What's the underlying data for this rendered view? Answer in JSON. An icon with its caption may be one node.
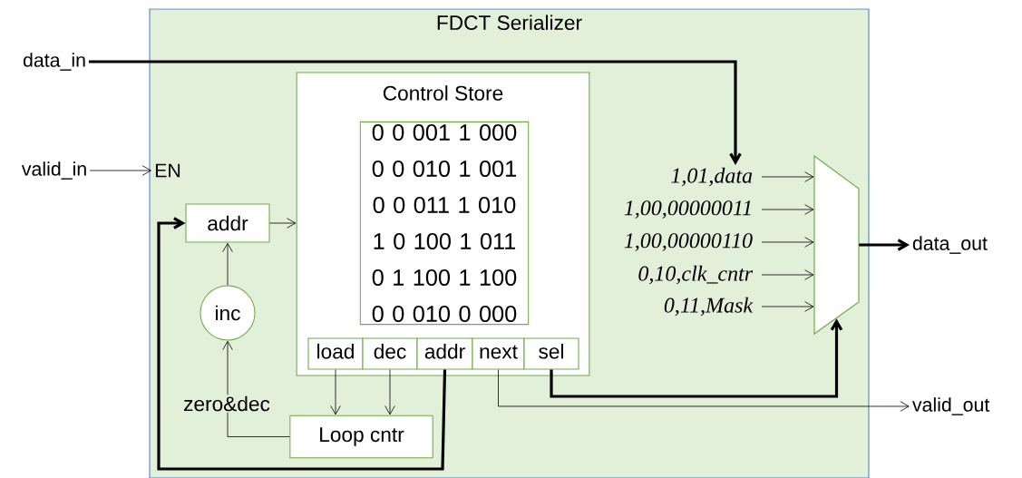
{
  "diagram": {
    "nodes": [
      {
        "text": [
          "FDCT Serializer"
        ]
      },
      {
        "text": [
          "data_in"
        ]
      },
      {
        "text": [
          "valid_in"
        ]
      },
      {
        "text": [
          "EN"
        ],
        "in": 0
      },
      {
        "text": [
          "addr"
        ],
        "in": 0
      },
      {
        "text": [
          "Control Store"
        ],
        "in": 0
      },
      {
        "text": [
          "0 0 001 1 000",
          "0 0 010 1 001",
          "0 0 011 1 010",
          "1 0 100 1 011",
          "0 1 100 1 100",
          "0 0 010 0 000"
        ],
        "in": 5
      },
      {
        "text": [
          "load"
        ],
        "in": 5
      },
      {
        "text": [
          "dec"
        ],
        "in": 5
      },
      {
        "text": [
          "addr"
        ],
        "in": 5
      },
      {
        "text": [
          "next"
        ],
        "in": 5
      },
      {
        "text": [
          "sel"
        ],
        "in": 5
      },
      {
        "text": [
          "inc"
        ],
        "in": 0
      },
      {
        "text": [
          "Loop cntr"
        ],
        "in": 0
      },
      {
        "text": [
          "1,01,data"
        ],
        "in": 0
      },
      {
        "text": [
          "1,00,00000011"
        ],
        "in": 0
      },
      {
        "text": [
          "1,00,00000110"
        ],
        "in": 0
      },
      {
        "text": [
          "0,10,clk_cntr"
        ],
        "in": 0
      },
      {
        "text": [
          "0,11,Mask"
        ],
        "in": 0
      },
      {
        "text": [],
        "shape": "trapezoid",
        "in": 0
      },
      {
        "text": [
          "data_out"
        ]
      },
      {
        "text": [
          "valid_out"
        ]
      }
    ],
    "edges": [
      {
        "from": 1,
        "to": 14,
        "arrow": "to",
        "style": "thick"
      },
      {
        "from": 2,
        "to": 3,
        "arrow": "to"
      },
      {
        "from": 4,
        "to": 5,
        "arrow": "to"
      },
      {
        "from": 12,
        "to": 4,
        "arrow": "to"
      },
      {
        "from": 9,
        "to": 4,
        "arrow": "to",
        "style": "thick"
      },
      {
        "from": 7,
        "to": 13,
        "arrow": "to"
      },
      {
        "from": 8,
        "to": 13,
        "arrow": "to"
      },
      {
        "from": 13,
        "to": 12,
        "arrow": "to",
        "label": "zero&dec"
      },
      {
        "from": 10,
        "to": 21,
        "arrow": "to"
      },
      {
        "from": 11,
        "to": 19,
        "arrow": "to",
        "style": "thick"
      },
      {
        "from": 14,
        "to": 19,
        "arrow": "to"
      },
      {
        "from": 15,
        "to": 19,
        "arrow": "to"
      },
      {
        "from": 16,
        "to": 19,
        "arrow": "to"
      },
      {
        "from": 17,
        "to": 19,
        "arrow": "to"
      },
      {
        "from": 18,
        "to": 19,
        "arrow": "to"
      },
      {
        "from": 19,
        "to": 20,
        "arrow": "to",
        "style": "thick"
      }
    ]
  }
}
